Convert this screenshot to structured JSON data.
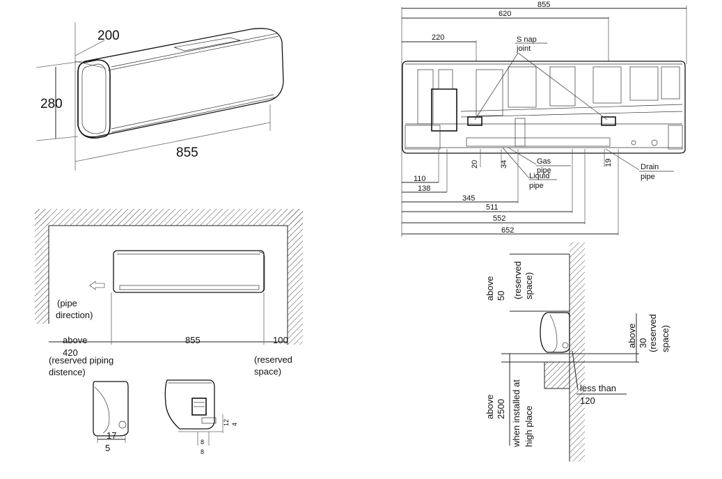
{
  "iso_view": {
    "depth": "200",
    "height": "280",
    "width": "855"
  },
  "front_plan": {
    "pipe_direction": [
      "(pipe",
      "direction)"
    ],
    "left_value": [
      "above",
      "420"
    ],
    "left_note": [
      "(reserved piping",
      "distence)"
    ],
    "center_value": "855",
    "right_value": "100",
    "right_note": [
      "(reserved",
      "space)"
    ]
  },
  "side_details": {
    "left_a": "17",
    "left_b": "5",
    "right_a": "12",
    "right_b": "4",
    "right_c": "8",
    "right_d": "8"
  },
  "back_view": {
    "top_dims": [
      "855",
      "620",
      "220"
    ],
    "snap_joint": [
      "S nap",
      "joint"
    ],
    "gas_pipe": [
      "Gas",
      "pipe"
    ],
    "liquid_pipe": [
      "Liquid",
      "pipe"
    ],
    "drain_pipe": [
      "Drain",
      "pipe"
    ],
    "vertical_dims": [
      "20",
      "34",
      "19"
    ],
    "bottom_dims": [
      "110",
      "138",
      "345",
      "511",
      "552",
      "652"
    ]
  },
  "side_clearance": {
    "top": [
      "above",
      "50",
      "(reserved",
      "space)"
    ],
    "right": [
      "above",
      "30",
      "(reserved",
      "space)"
    ],
    "bottom": [
      "above",
      "2500",
      "when installed at",
      "high place"
    ],
    "floor": [
      "less than",
      "120"
    ]
  }
}
